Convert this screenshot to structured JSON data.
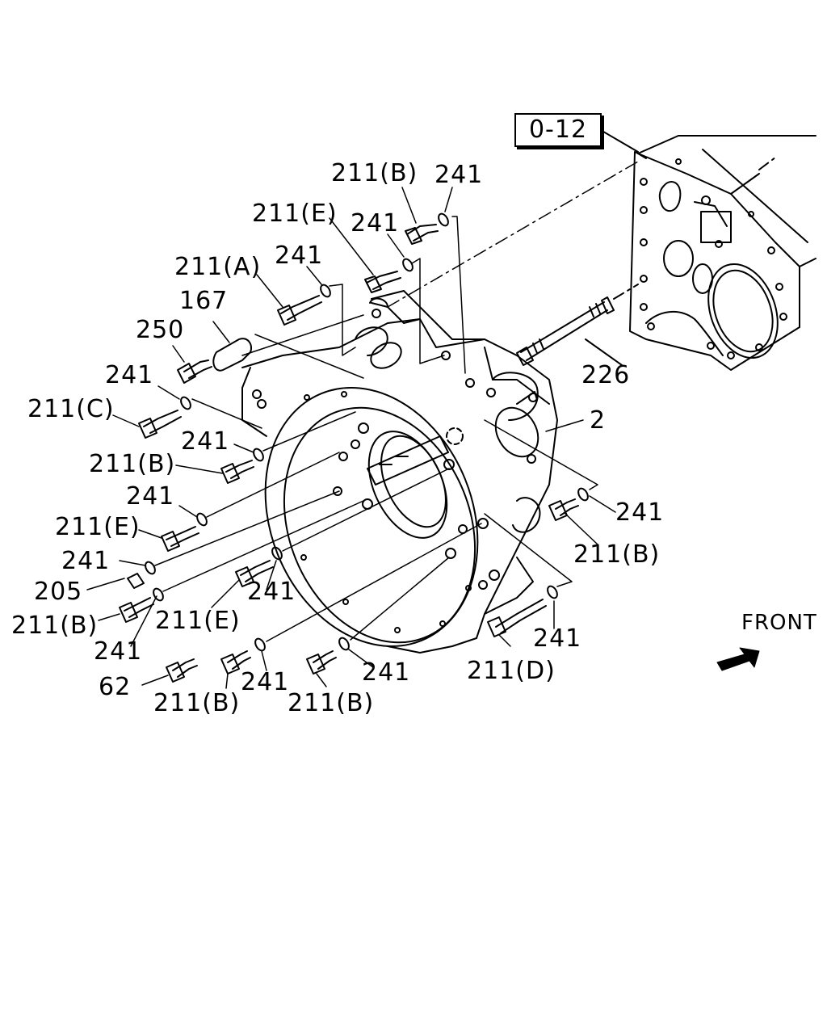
{
  "reference": "0-12",
  "direction": {
    "label": "FRONT",
    "icon": "front-arrow-icon"
  },
  "callouts": [
    {
      "id": "c01",
      "text": "211(B)"
    },
    {
      "id": "c02",
      "text": "241"
    },
    {
      "id": "c03",
      "text": "211(E)"
    },
    {
      "id": "c04",
      "text": "241"
    },
    {
      "id": "c05",
      "text": "211(A)"
    },
    {
      "id": "c06",
      "text": "241"
    },
    {
      "id": "c07",
      "text": "167"
    },
    {
      "id": "c08",
      "text": "250"
    },
    {
      "id": "c09",
      "text": "241"
    },
    {
      "id": "c10",
      "text": "211(C)"
    },
    {
      "id": "c11",
      "text": "241"
    },
    {
      "id": "c12",
      "text": "211(B)"
    },
    {
      "id": "c13",
      "text": "241"
    },
    {
      "id": "c14",
      "text": "211(E)"
    },
    {
      "id": "c15",
      "text": "241"
    },
    {
      "id": "c16",
      "text": "205"
    },
    {
      "id": "c17",
      "text": "211(B)"
    },
    {
      "id": "c18",
      "text": "241"
    },
    {
      "id": "c19",
      "text": "211(E)"
    },
    {
      "id": "c20",
      "text": "241"
    },
    {
      "id": "c21",
      "text": "62"
    },
    {
      "id": "c22",
      "text": "211(B)"
    },
    {
      "id": "c23",
      "text": "241"
    },
    {
      "id": "c24",
      "text": "211(B)"
    },
    {
      "id": "c25",
      "text": "241"
    },
    {
      "id": "c26",
      "text": "211(D)"
    },
    {
      "id": "c27",
      "text": "241"
    },
    {
      "id": "c28",
      "text": "211(B)"
    },
    {
      "id": "c29",
      "text": "241"
    },
    {
      "id": "c30",
      "text": "2"
    },
    {
      "id": "c31",
      "text": "226"
    }
  ]
}
